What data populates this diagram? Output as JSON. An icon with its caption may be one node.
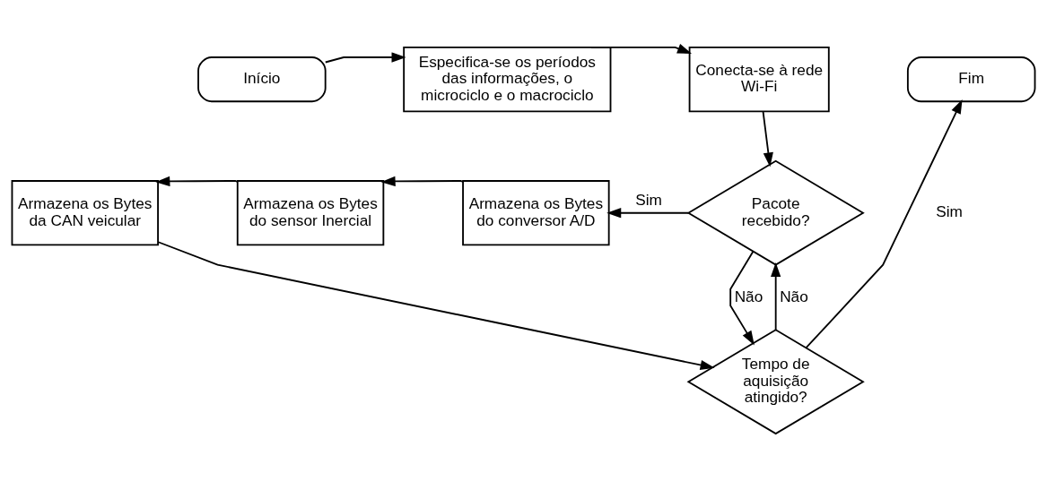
{
  "diagram": {
    "nodes": [
      {
        "text": [
          "Início"
        ]
      },
      {
        "text": [
          "Especifica-se os períodos das informações, o microciclo e o macrociclo"
        ]
      },
      {
        "text": [
          "Conecta-se à rede Wi-Fi"
        ]
      },
      {
        "text": [
          "Fim"
        ]
      },
      {
        "text": [
          "Armazena os Bytes da CAN veicular"
        ]
      },
      {
        "text": [
          "Armazena os Bytes do sensor Inercial"
        ]
      },
      {
        "text": [
          "Armazena os Bytes do conversor A/D"
        ]
      },
      {
        "text": [
          "Pacote recebido?"
        ]
      },
      {
        "text": [
          "Tempo de aquisição atingido?"
        ]
      }
    ],
    "edges": [
      {
        "from": 0,
        "to": 1,
        "arrow": "to"
      },
      {
        "from": 1,
        "to": 2,
        "arrow": "to"
      },
      {
        "from": 2,
        "to": 7,
        "arrow": "to"
      },
      {
        "from": 7,
        "to": 6,
        "arrow": "to",
        "label": "Sim"
      },
      {
        "from": 6,
        "to": 5,
        "arrow": "to"
      },
      {
        "from": 5,
        "to": 4,
        "arrow": "to"
      },
      {
        "from": 4,
        "to": 8,
        "arrow": "to"
      },
      {
        "from": 7,
        "to": 8,
        "arrow": "to",
        "label": "Não"
      },
      {
        "from": 8,
        "to": 7,
        "arrow": "to",
        "label": "Não"
      },
      {
        "from": 8,
        "to": 3,
        "arrow": "to",
        "label": "Sim"
      }
    ]
  }
}
